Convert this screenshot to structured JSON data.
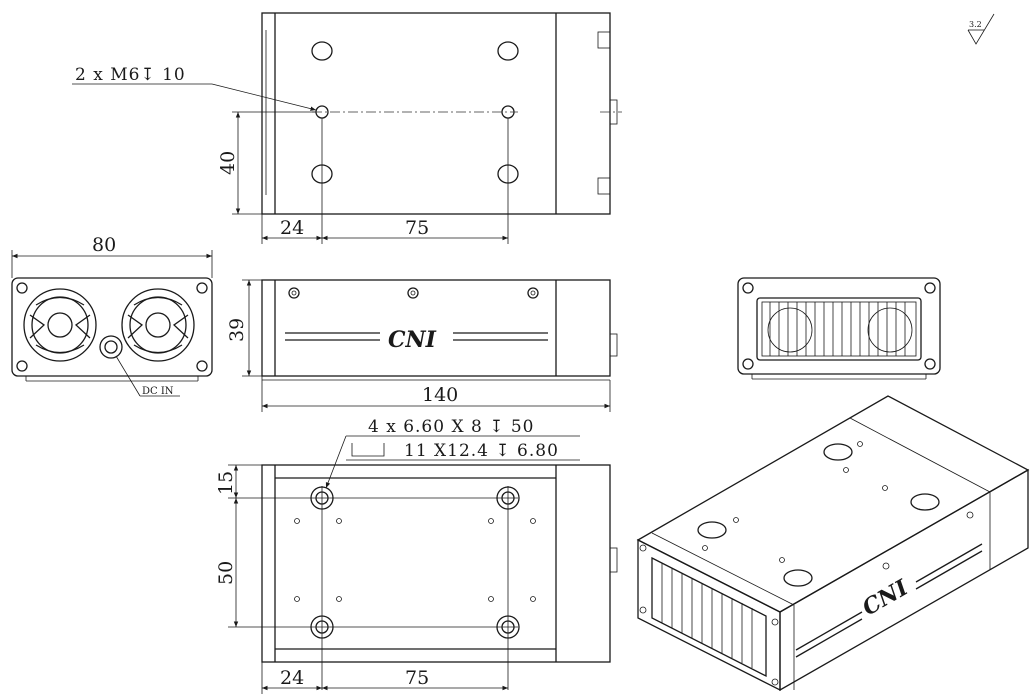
{
  "top_view": {
    "callout": "2 x  M6↧ 10",
    "dim_height": "40",
    "dim_left": "24",
    "dim_span": "75"
  },
  "front_view": {
    "dim_width": "80",
    "dc_label": "DC IN"
  },
  "side_view": {
    "brand": "CNI",
    "dim_height": "39",
    "dim_length": "140"
  },
  "bottom_view": {
    "callout_line1": "4 x 6.60 X 8 ↧ 50",
    "callout_line2": "11 X12.4 ↧ 6.80",
    "dim_top": "15",
    "dim_height": "50",
    "dim_left": "24",
    "dim_span": "75"
  },
  "surface_finish": "3.2",
  "iso_view": {
    "brand": "CNI"
  }
}
